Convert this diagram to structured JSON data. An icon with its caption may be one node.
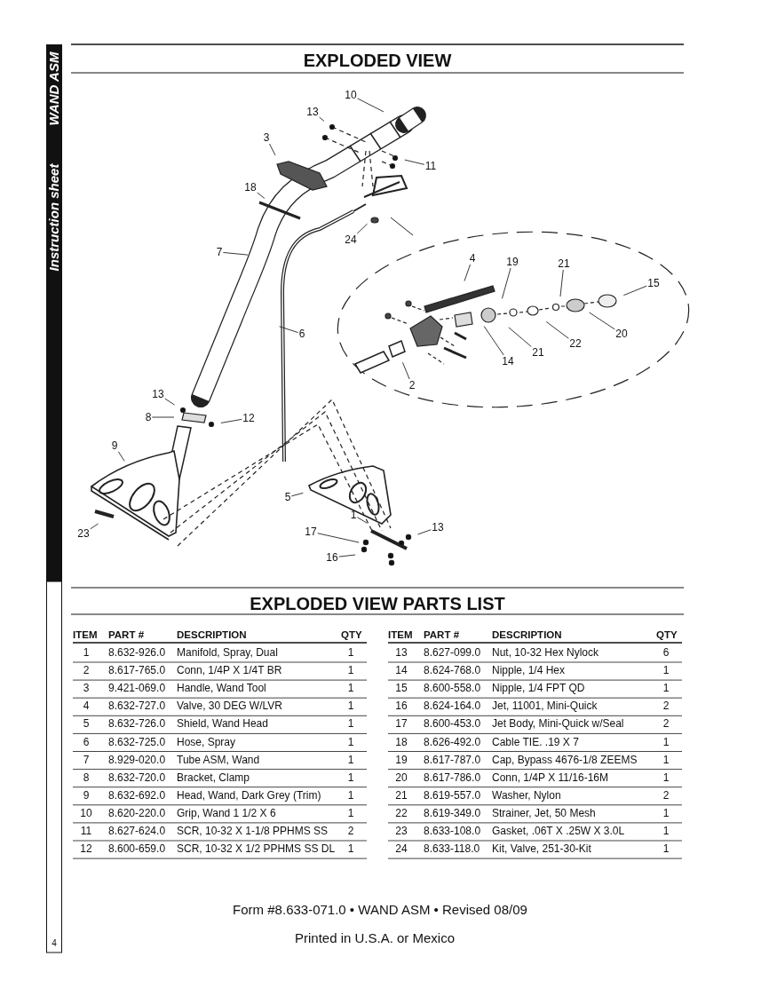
{
  "diagram": {
    "title": "EXPLODED VIEW",
    "nodes": [
      {
        "text": [
          "10"
        ]
      },
      {
        "text": [
          "13"
        ]
      },
      {
        "text": [
          "3"
        ]
      },
      {
        "text": [
          "11"
        ]
      },
      {
        "text": [
          "18"
        ]
      },
      {
        "text": [
          "24"
        ]
      },
      {
        "text": [
          "7"
        ]
      },
      {
        "text": [
          "4"
        ]
      },
      {
        "text": [
          "19"
        ]
      },
      {
        "text": [
          "21"
        ]
      },
      {
        "text": [
          "15"
        ]
      },
      {
        "text": [
          "6"
        ]
      },
      {
        "text": [
          "20"
        ]
      },
      {
        "text": [
          "22"
        ]
      },
      {
        "text": [
          "21"
        ]
      },
      {
        "text": [
          "14"
        ]
      },
      {
        "text": [
          "2"
        ]
      },
      {
        "text": [
          "13"
        ]
      },
      {
        "text": [
          "8"
        ]
      },
      {
        "text": [
          "12"
        ]
      },
      {
        "text": [
          "9"
        ]
      },
      {
        "text": [
          "5"
        ]
      },
      {
        "text": [
          "13"
        ]
      },
      {
        "text": [
          "1"
        ]
      },
      {
        "text": [
          "23"
        ]
      },
      {
        "text": [
          "17"
        ]
      },
      {
        "text": [
          "16"
        ]
      }
    ],
    "edges": [
      {
        "from": 0,
        "to": null,
        "arrow": "none"
      },
      {
        "from": 1,
        "to": null,
        "arrow": "none"
      },
      {
        "from": 2,
        "to": null,
        "arrow": "none"
      },
      {
        "from": 3,
        "to": null,
        "arrow": "none"
      },
      {
        "from": 4,
        "to": null,
        "arrow": "none"
      },
      {
        "from": 5,
        "to": null,
        "arrow": "none"
      },
      {
        "from": 6,
        "to": null,
        "arrow": "none"
      },
      {
        "from": 7,
        "to": null,
        "arrow": "none"
      },
      {
        "from": 8,
        "to": null,
        "arrow": "none"
      },
      {
        "from": 9,
        "to": null,
        "arrow": "none"
      },
      {
        "from": 10,
        "to": null,
        "arrow": "none"
      },
      {
        "from": 11,
        "to": null,
        "arrow": "none"
      },
      {
        "from": 12,
        "to": null,
        "arrow": "none"
      },
      {
        "from": 13,
        "to": null,
        "arrow": "none"
      },
      {
        "from": 14,
        "to": null,
        "arrow": "none"
      },
      {
        "from": 15,
        "to": null,
        "arrow": "none"
      },
      {
        "from": 16,
        "to": null,
        "arrow": "none"
      },
      {
        "from": 17,
        "to": null,
        "arrow": "none"
      },
      {
        "from": 18,
        "to": null,
        "arrow": "none"
      },
      {
        "from": 19,
        "to": null,
        "arrow": "none"
      },
      {
        "from": 20,
        "to": null,
        "arrow": "none"
      },
      {
        "from": 21,
        "to": null,
        "arrow": "none"
      },
      {
        "from": 22,
        "to": null,
        "arrow": "none"
      },
      {
        "from": 23,
        "to": null,
        "arrow": "none"
      },
      {
        "from": 24,
        "to": null,
        "arrow": "none"
      },
      {
        "from": 25,
        "to": null,
        "arrow": "none"
      },
      {
        "from": 26,
        "to": null,
        "arrow": "none"
      }
    ],
    "labels": [
      "Instruction sheet",
      "WAND ASM",
      "EXPLODED VIEW PARTS LIST",
      "ITEM",
      "PART #",
      "DESCRIPTION",
      "QTY",
      "1",
      "8.632-926.0",
      "Manifold, Spray, Dual",
      "1",
      "2",
      "8.617-765.0",
      "Conn, 1/4P X 1/4T BR",
      "1",
      "3",
      "9.421-069.0",
      "Handle, Wand Tool",
      "1",
      "4",
      "8.632-727.0",
      "Valve, 30 DEG W/LVR",
      "1",
      "5",
      "8.632-726.0",
      "Shield, Wand Head",
      "1",
      "6",
      "8.632-725.0",
      "Hose, Spray",
      "1",
      "7",
      "8.929-020.0",
      "Tube ASM, Wand",
      "1",
      "8",
      "8.632-720.0",
      "Bracket, Clamp",
      "1",
      "9",
      "8.632-692.0",
      "Head, Wand, Dark Grey (Trim)",
      "1",
      "10",
      "8.620-220.0",
      "Grip, Wand 1 1/2 X 6",
      "1",
      "11",
      "8.627-624.0",
      "SCR, 10-32 X 1-1/8 PPHMS SS",
      "2",
      "12",
      "8.600-659.0",
      "SCR, 10-32 X 1/2 PPHMS SS DL",
      "1",
      "ITEM",
      "PART #",
      "DESCRIPTION",
      "QTY",
      "13",
      "8.627-099.0",
      "Nut, 10-32 Hex Nylock",
      "6",
      "14",
      "8.624-768.0",
      "Nipple, 1/4 Hex",
      "1",
      "15",
      "8.600-558.0",
      "Nipple, 1/4 FPT QD",
      "1",
      "16",
      "8.624-164.0",
      "Jet, 11001, Mini-Quick",
      "2",
      "17",
      "8.600-453.0",
      "Jet Body, Mini-Quick w/Seal",
      "2",
      "18",
      "8.626-492.0",
      "Cable TIE. .19 X 7",
      "1",
      "19",
      "8.617-787.0",
      "Cap, Bypass 4676-1/8 ZEEMS",
      "1",
      "20",
      "8.617-786.0",
      "Conn, 1/4P X 11/16-16M",
      "1",
      "21",
      "8.619-557.0",
      "Washer, Nylon",
      "2",
      "22",
      "8.619-349.0",
      "Strainer, Jet, 50 Mesh",
      "1",
      "23",
      "8.633-108.0",
      "Gasket, .06T X .25W X 3.0L",
      "1",
      "24",
      "8.633-118.0",
      "Kit, Valve, 251-30-Kit",
      "1",
      "Form #8.633-071.0 • WAND ASM • Revised 08/09",
      "Printed in U.S.A. or Mexico",
      "4"
    ]
  }
}
